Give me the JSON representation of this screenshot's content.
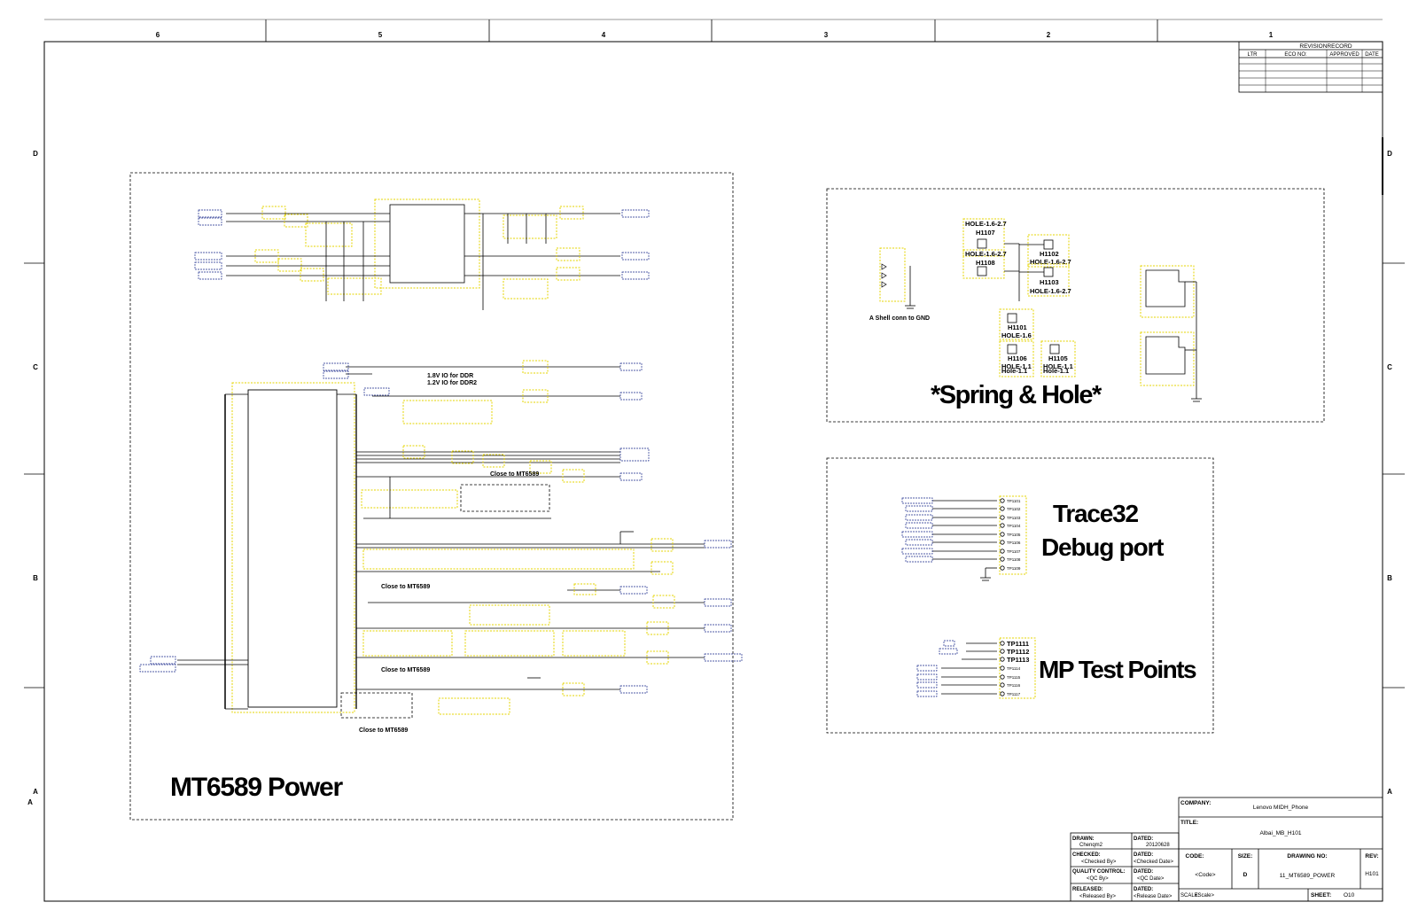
{
  "border": {
    "columns": [
      "6",
      "5",
      "4",
      "3",
      "2",
      "1"
    ],
    "rows": [
      "D",
      "C",
      "B",
      "A"
    ],
    "row_a_extra": "A"
  },
  "revision": {
    "title": "REVISIONRECORD",
    "headers": [
      "LTR",
      "ECO NO:",
      "APPROVED",
      "DATE"
    ]
  },
  "power": {
    "title": "MT6589 Power",
    "notes": [
      "1.8V IO for DDR",
      "1.2V IO for DDR2"
    ],
    "close_labels": [
      "Close to MT6589",
      "Close to MT6589",
      "Close to MT6589",
      "Close to MT6589"
    ]
  },
  "spring": {
    "title": "*Spring & Hole*",
    "shell_label": "A Shell conn to GND",
    "holes": [
      {
        "ref": "H1107",
        "type": "HOLE-1.6-2.7"
      },
      {
        "ref": "H1108",
        "type": "HOLE-1.6-2.7"
      },
      {
        "ref": "H1102",
        "type": "HOLE-1.6-2.7"
      },
      {
        "ref": "H1103",
        "type": "HOLE-1.6-2.7"
      },
      {
        "ref": "H1101",
        "type": "HOLE-1.6"
      },
      {
        "ref": "H1106",
        "type": "Hole-1.1"
      },
      {
        "ref": "H1105",
        "type": "Hole-1.1"
      }
    ],
    "extra_types": [
      "HOLE-1.6-2.7",
      "HOLE-1.6-2.7",
      "HOLE-1.1"
    ]
  },
  "trace": {
    "title_line1": "Trace32",
    "title_line2": "Debug port",
    "testpoints": [
      "TP1101",
      "TP1102",
      "TP1103",
      "TP1104",
      "TP1105",
      "TP1106",
      "TP1107",
      "TP1108",
      "TP1109"
    ]
  },
  "mp": {
    "title": "MP Test Points",
    "testpoints": [
      "TP1111",
      "TP1112",
      "TP1113",
      "TP1114",
      "TP1115",
      "TP1116",
      "TP1117"
    ]
  },
  "titleblock": {
    "company_label": "COMPANY:",
    "company": "Lenovo MIDH_Phone",
    "title_label": "TITLE:",
    "title": "Albai_MB_H101",
    "drawn_label": "DRAWN:",
    "drawn": "Chenqm2",
    "dated_label": "DATED:",
    "drawn_date": "20120628",
    "checked_label": "CHECKED:",
    "checked": "<Checked By>",
    "checked_date": "<Checked Date>",
    "qc_label": "QUALITY CONTROL:",
    "qc": "<QC By>",
    "qc_date": "<QC Date>",
    "released_label": "RELEASED:",
    "released": "<Released By>",
    "released_date": "<Release Date>",
    "code_label": "CODE:",
    "code": "<Code>",
    "size_label": "SIZE:",
    "size": "D",
    "drawing_label": "DRAWING NO:",
    "drawing_no": "11_MT6589_POWER",
    "rev_label": "REV:",
    "rev": "H101",
    "scale_label": "SCALE:",
    "scale": "<Scale>",
    "sheet_label": "SHEET:",
    "sheet": "O10"
  }
}
